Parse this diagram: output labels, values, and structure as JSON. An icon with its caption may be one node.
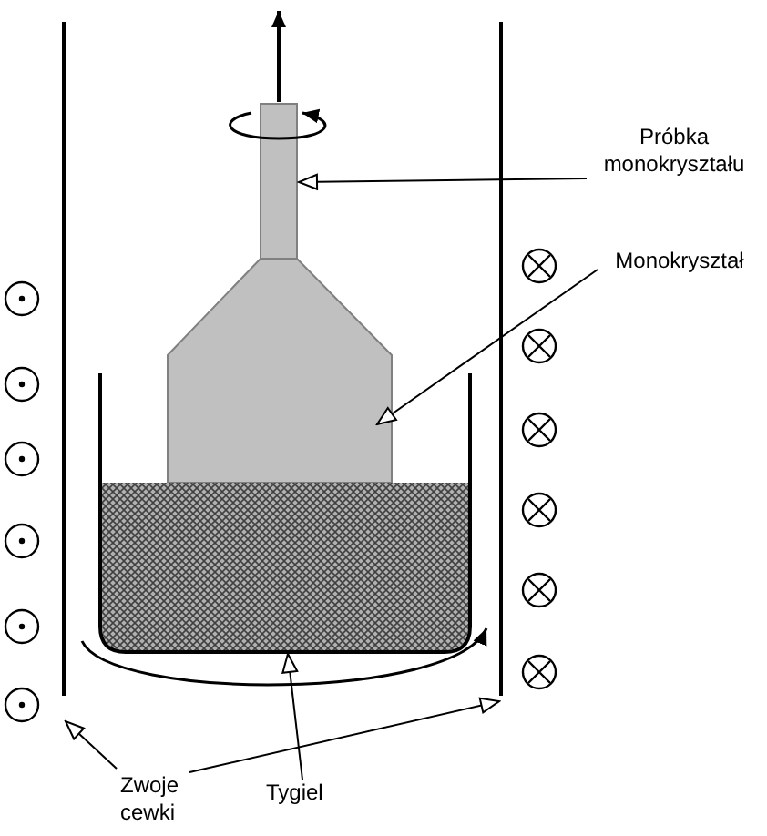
{
  "diagram": {
    "nodes": [
      {
        "text": [
          "Próbka monokryształu"
        ]
      },
      {
        "text": [
          "Monokryształ"
        ]
      },
      {
        "text": [
          "Zwoje cewki"
        ]
      },
      {
        "text": [
          "Tygiel"
        ]
      },
      {
        "text": [],
        "shape": "bar"
      },
      {
        "text": [],
        "shape": "box"
      },
      {
        "text": [],
        "shape": "box"
      },
      {
        "text": [],
        "shape": "bar"
      },
      {
        "text": [],
        "shape": "bar"
      }
    ],
    "edges": [
      {
        "from": 0,
        "to": 7,
        "arrow": "to"
      },
      {
        "from": 1,
        "to": 5,
        "arrow": "to"
      },
      {
        "from": 2,
        "to": 4,
        "arrow": "to"
      },
      {
        "from": 2,
        "to": 8,
        "arrow": "to"
      },
      {
        "from": 3,
        "to": 6,
        "arrow": "to"
      }
    ]
  }
}
